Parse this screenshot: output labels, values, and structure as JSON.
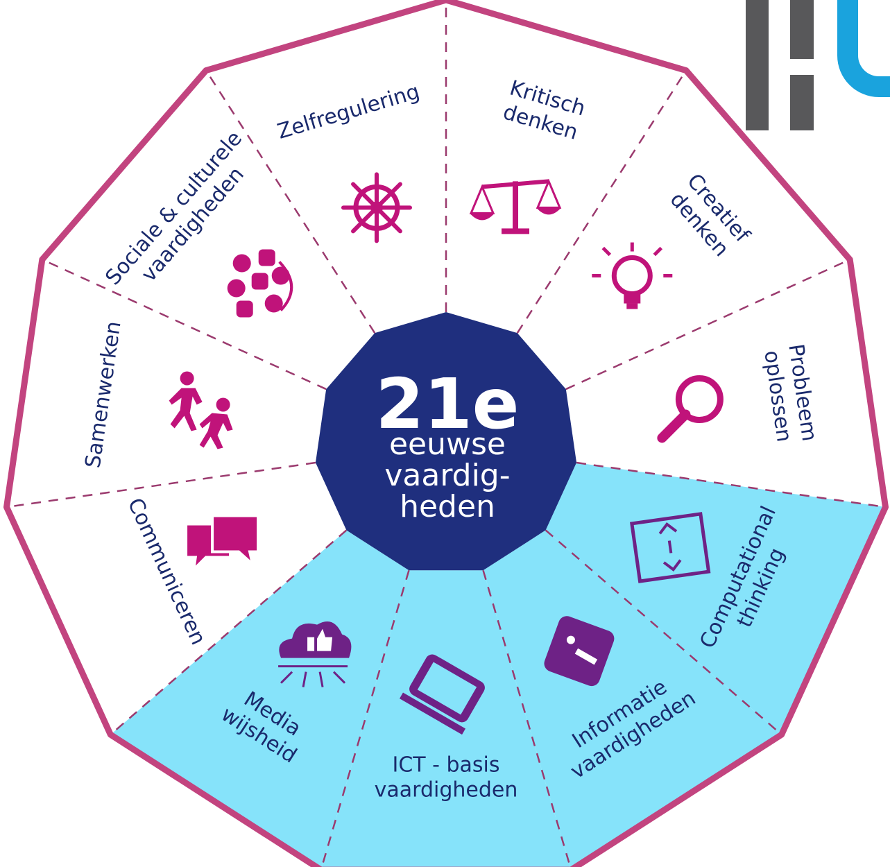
{
  "center": {
    "big": "21e",
    "line1": "eeuwse",
    "line2": "vaardig-",
    "line3": "heden"
  },
  "skills": [
    {
      "line1": "Kritisch",
      "line2": "denken",
      "icon": "scales-icon",
      "highlighted": false
    },
    {
      "line1": "Creatief",
      "line2": "denken",
      "icon": "lightbulb-icon",
      "highlighted": false
    },
    {
      "line1": "Probleem",
      "line2": "oplossen",
      "icon": "magnifier-icon",
      "highlighted": false
    },
    {
      "line1": "Computational",
      "line2": "thinking",
      "icon": "code-window-icon",
      "highlighted": true
    },
    {
      "line1": "Informatie",
      "line2": "vaardigheden",
      "icon": "info-icon",
      "highlighted": true
    },
    {
      "line1": "ICT - basis",
      "line2": "vaardigheden",
      "icon": "laptop-icon",
      "highlighted": true
    },
    {
      "line1": "Media",
      "line2": "wijsheid",
      "icon": "cloud-like-icon",
      "highlighted": true
    },
    {
      "line1": "Communiceren",
      "line2": "",
      "icon": "speech-bubbles-icon",
      "highlighted": false
    },
    {
      "line1": "Samenwerken",
      "line2": "",
      "icon": "people-icon",
      "highlighted": false
    },
    {
      "line1": "Sociale & culturele",
      "line2": "vaardigheden",
      "icon": "network-icon",
      "highlighted": false
    },
    {
      "line1": "Zelfregulering",
      "line2": "",
      "icon": "ship-wheel-icon",
      "highlighted": false
    }
  ],
  "colors": {
    "outline": "#c2447f",
    "divider": "#9b3a6e",
    "highlight": "#86e3fa",
    "center": "#1f2f7e",
    "icon_magenta": "#c0137a",
    "icon_purple": "#6e2286",
    "text": "#1a2a6c"
  }
}
